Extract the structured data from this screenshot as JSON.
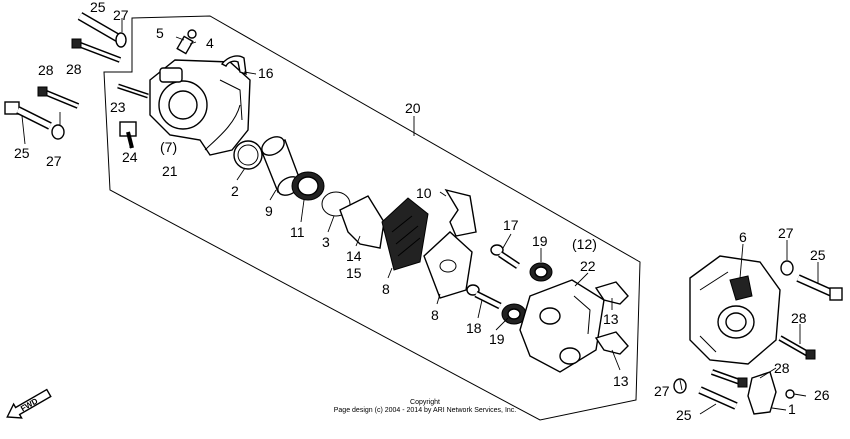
{
  "diagram": {
    "callouts": [
      {
        "id": "c25a",
        "label": "25"
      },
      {
        "id": "c27a",
        "label": "27"
      },
      {
        "id": "c28a",
        "label": "28"
      },
      {
        "id": "c5",
        "label": "5"
      },
      {
        "id": "c4",
        "label": "4"
      },
      {
        "id": "c16",
        "label": "16"
      },
      {
        "id": "c28b",
        "label": "28"
      },
      {
        "id": "c23",
        "label": "23"
      },
      {
        "id": "c25b",
        "label": "25"
      },
      {
        "id": "c27b",
        "label": "27"
      },
      {
        "id": "c24",
        "label": "24"
      },
      {
        "id": "c7",
        "label": "(7)"
      },
      {
        "id": "c21",
        "label": "21"
      },
      {
        "id": "c20",
        "label": "20"
      },
      {
        "id": "c2",
        "label": "2"
      },
      {
        "id": "c9",
        "label": "9"
      },
      {
        "id": "c11",
        "label": "11"
      },
      {
        "id": "c3",
        "label": "3"
      },
      {
        "id": "c14",
        "label": "14"
      },
      {
        "id": "c15",
        "label": "15"
      },
      {
        "id": "c10",
        "label": "10"
      },
      {
        "id": "c8a",
        "label": "8"
      },
      {
        "id": "c8b",
        "label": "8"
      },
      {
        "id": "c17",
        "label": "17"
      },
      {
        "id": "c19a",
        "label": "19"
      },
      {
        "id": "c12",
        "label": "(12)"
      },
      {
        "id": "c22",
        "label": "22"
      },
      {
        "id": "c18",
        "label": "18"
      },
      {
        "id": "c19b",
        "label": "19"
      },
      {
        "id": "c13a",
        "label": "13"
      },
      {
        "id": "c13b",
        "label": "13"
      },
      {
        "id": "c6",
        "label": "6"
      },
      {
        "id": "c27c",
        "label": "27"
      },
      {
        "id": "c25c",
        "label": "25"
      },
      {
        "id": "c28c",
        "label": "28"
      },
      {
        "id": "c28d",
        "label": "28"
      },
      {
        "id": "c26",
        "label": "26"
      },
      {
        "id": "c27d",
        "label": "27"
      },
      {
        "id": "c1",
        "label": "1"
      },
      {
        "id": "c25d",
        "label": "25"
      }
    ],
    "fwd_label": "FWD",
    "copyright_line1": "Copyright",
    "copyright_line2": "Page design (c) 2004 - 2014 by ARI Network Services, Inc."
  }
}
